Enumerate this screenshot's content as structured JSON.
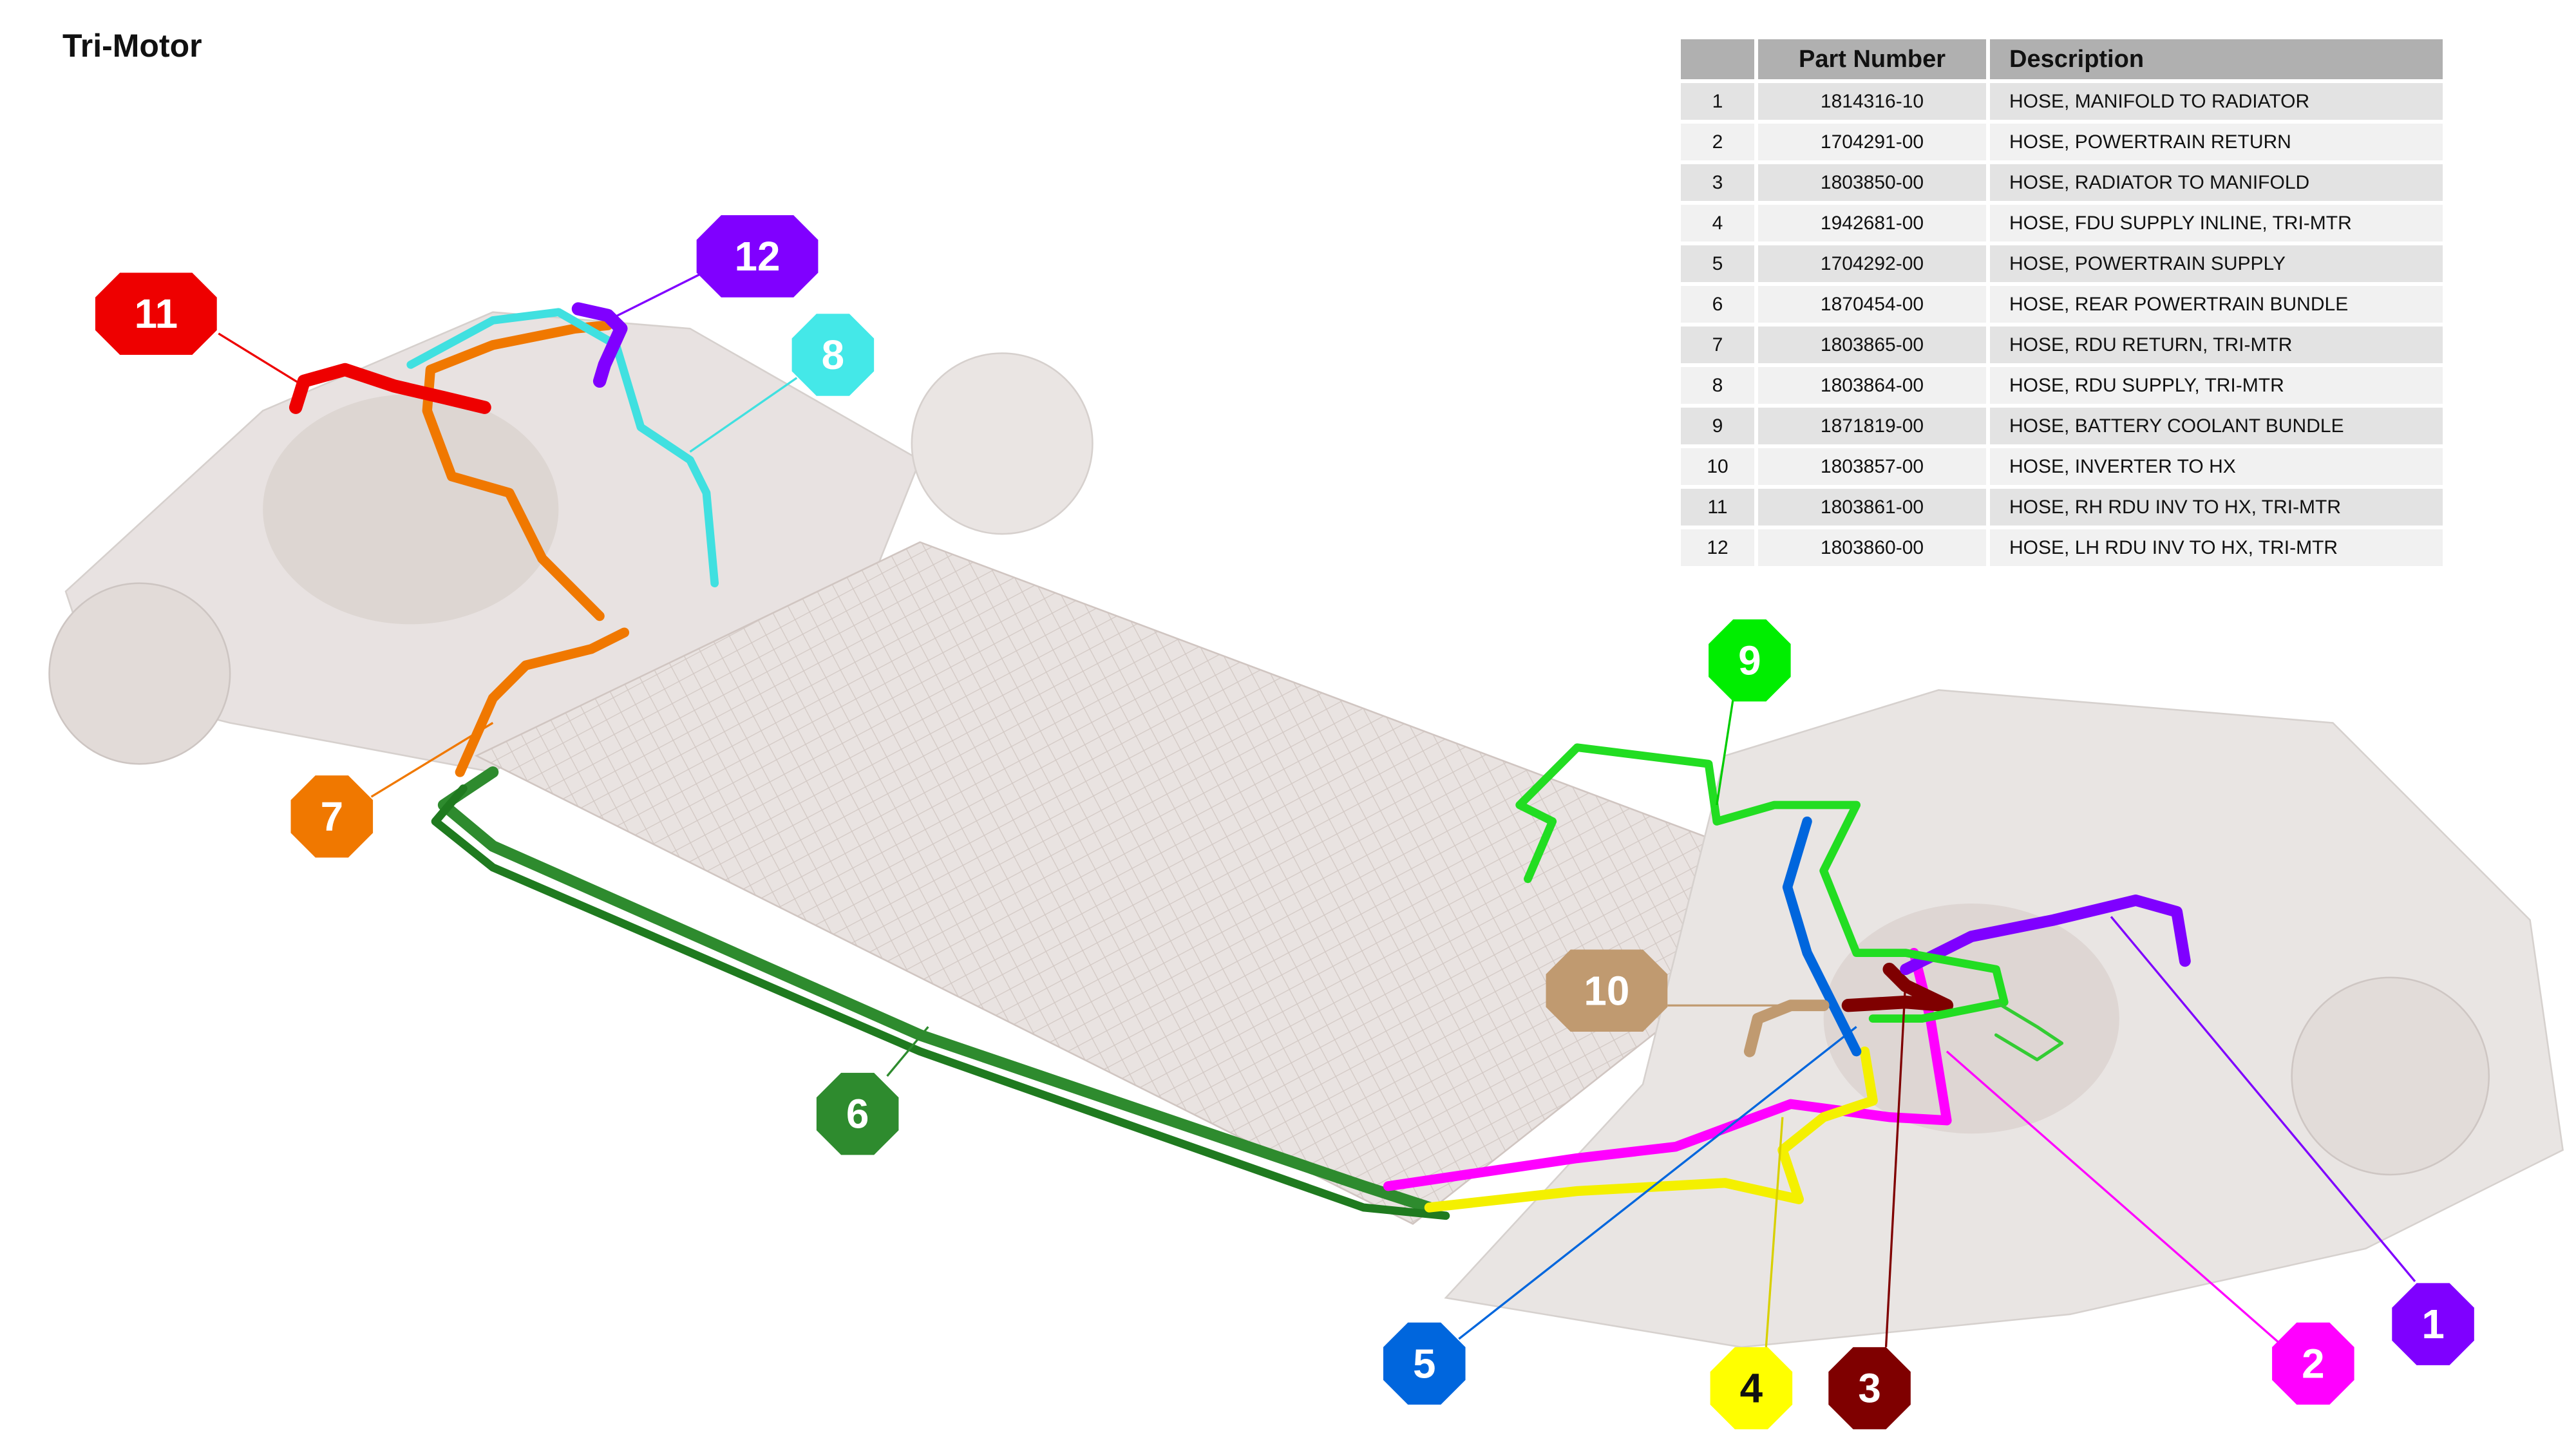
{
  "title": "Tri-Motor",
  "table": {
    "headers": [
      "",
      "Part Number",
      "Description"
    ],
    "rows": [
      {
        "num": "1",
        "part": "1814316-10",
        "desc": "HOSE, MANIFOLD  TO RADIATOR"
      },
      {
        "num": "2",
        "part": "1704291-00",
        "desc": "HOSE, POWERTRAIN RETURN"
      },
      {
        "num": "3",
        "part": "1803850-00",
        "desc": "HOSE, RADIATOR TO MANIFOLD"
      },
      {
        "num": "4",
        "part": "1942681-00",
        "desc": "HOSE, FDU SUPPLY INLINE,  TRI-MTR"
      },
      {
        "num": "5",
        "part": "1704292-00",
        "desc": "HOSE, POWERTRAIN SUPPLY"
      },
      {
        "num": "6",
        "part": "1870454-00",
        "desc": "HOSE, REAR POWERTRAIN BUNDLE"
      },
      {
        "num": "7",
        "part": "1803865-00",
        "desc": "HOSE, RDU RETURN, TRI-MTR"
      },
      {
        "num": "8",
        "part": "1803864-00",
        "desc": "HOSE, RDU SUPPLY,  TRI-MTR"
      },
      {
        "num": "9",
        "part": "1871819-00",
        "desc": "HOSE, BATTERY COOLANT BUNDLE"
      },
      {
        "num": "10",
        "part": "1803857-00",
        "desc": "HOSE, INVERTER TO HX"
      },
      {
        "num": "11",
        "part": "1803861-00",
        "desc": "HOSE, RH RDU INV TO HX, TRI-MTR"
      },
      {
        "num": "12",
        "part": "1803860-00",
        "desc": "HOSE, LH RDU INV TO HX, TRI-MTR"
      }
    ]
  },
  "callouts": {
    "c1": {
      "label": "1",
      "color": "#7f00ff"
    },
    "c2": {
      "label": "2",
      "color": "#ff00ff"
    },
    "c3": {
      "label": "3",
      "color": "#7f0000"
    },
    "c4": {
      "label": "4",
      "color": "#ffff00"
    },
    "c5": {
      "label": "5",
      "color": "#0066dd"
    },
    "c6": {
      "label": "6",
      "color": "#2e8b2e"
    },
    "c7": {
      "label": "7",
      "color": "#f07800"
    },
    "c8": {
      "label": "8",
      "color": "#44e8e8"
    },
    "c9": {
      "label": "9",
      "color": "#00ee00"
    },
    "c10": {
      "label": "10",
      "color": "#c09a70"
    },
    "c11": {
      "label": "11",
      "color": "#ee0000"
    },
    "c12": {
      "label": "12",
      "color": "#8000ff"
    }
  }
}
